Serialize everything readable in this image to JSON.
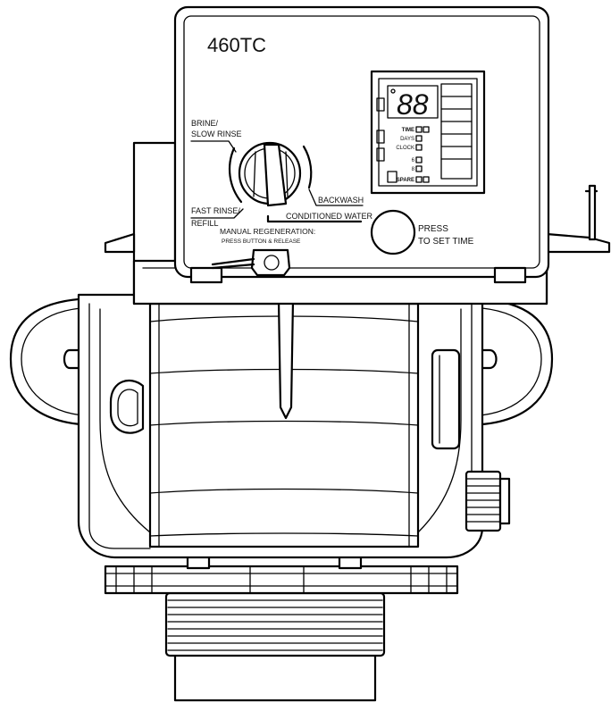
{
  "model": "460TC",
  "dial": {
    "brine_line1": "BRINE/",
    "brine_line2": "SLOW RINSE",
    "fast_line1": "FAST RINSE/",
    "fast_line2": "REFILL",
    "backwash": "BACKWASH",
    "conditioned": "CONDITIONED WATER",
    "manual_line1": "MANUAL REGENERATION:",
    "manual_line2": "PRESS BUTTON & RELEASE"
  },
  "timer": {
    "digits": "88",
    "time": "TIME",
    "days": "DAYS",
    "clock": "CLOCK",
    "six": "6",
    "eight": "8",
    "spare": "SPARE"
  },
  "press_button": {
    "line1": "PRESS",
    "line2": "TO SET TIME"
  },
  "colors": {
    "stroke": "#000000",
    "background": "#ffffff"
  }
}
